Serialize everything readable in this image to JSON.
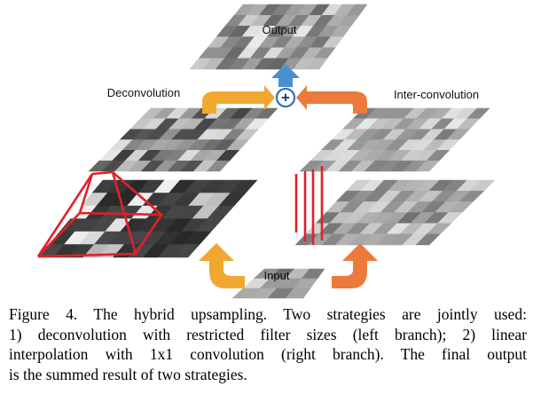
{
  "labels": {
    "output": "Output",
    "input": "Input",
    "deconvolution": "Deconvolution",
    "inter_convolution": "Inter-convolution",
    "plus": "+"
  },
  "caption": {
    "lines": [
      "Figure 4. The hybrid upsampling. Two strategies are jointly used:",
      "1) deconvolution with restricted filter sizes (left branch); 2) linear",
      "interpolation with 1x1 convolution (right branch). The final output",
      "is the summed result of two strategies."
    ]
  },
  "colors": {
    "orange_arrow": "#f0a830",
    "red_arrow": "#ec7a3c",
    "blue_arrow": "#4a90d0",
    "red_lines": "#e0202a",
    "plus_ring": "#3a6fb0"
  }
}
